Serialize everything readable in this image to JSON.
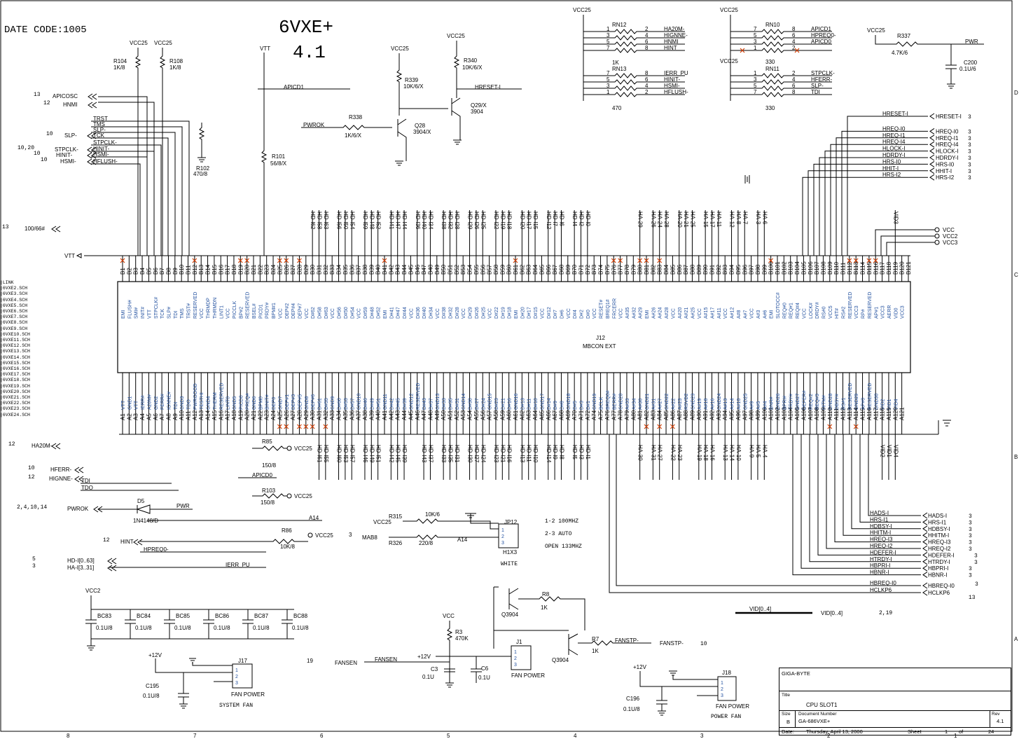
{
  "header": {
    "date_code": "DATE CODE:1005",
    "board": "6VXE+",
    "version": "4.1"
  },
  "connector": {
    "ref": "J12",
    "name": "MBCON EXT"
  },
  "top_pins": [
    {
      "p": "B1",
      "n": "EMI"
    },
    {
      "p": "B2",
      "n": "FLUSH#"
    },
    {
      "p": "B3",
      "n": "SMI#"
    },
    {
      "p": "B4",
      "n": "INIT#"
    },
    {
      "p": "B5",
      "n": "VTT"
    },
    {
      "p": "B6",
      "n": "STPCLK#"
    },
    {
      "p": "B7",
      "n": "TCK"
    },
    {
      "p": "B8",
      "n": "SLP#"
    },
    {
      "p": "B9",
      "n": "TDI"
    },
    {
      "p": "B10",
      "n": "TMS"
    },
    {
      "p": "B11",
      "n": "TRST#"
    },
    {
      "p": "B12",
      "n": "RESERVED"
    },
    {
      "p": "B13",
      "n": "VCC"
    },
    {
      "p": "B14",
      "n": "THRMDP"
    },
    {
      "p": "B15",
      "n": "THRMDN"
    },
    {
      "p": "B16",
      "n": "LINT1"
    },
    {
      "p": "B17",
      "n": "VCC"
    },
    {
      "p": "B18",
      "n": "PICCLK"
    },
    {
      "p": "B19",
      "n": "BP#2"
    },
    {
      "p": "B20",
      "n": "RESERVED"
    },
    {
      "p": "B21",
      "n": "BSEL#"
    },
    {
      "p": "B22",
      "n": "PICD1"
    },
    {
      "p": "B23",
      "n": "PRDY#"
    },
    {
      "p": "B24",
      "n": "BPM#1"
    },
    {
      "p": "B25",
      "n": "VCC"
    },
    {
      "p": "B26",
      "n": "DEP#2"
    },
    {
      "p": "B27",
      "n": "DEP#4"
    },
    {
      "p": "B28",
      "n": "DEP#7"
    },
    {
      "p": "B29",
      "n": "VCC"
    },
    {
      "p": "B30",
      "n": "D#62"
    },
    {
      "p": "B31",
      "n": "D#58"
    },
    {
      "p": "B32",
      "n": "D#63"
    },
    {
      "p": "B33",
      "n": "VCC"
    },
    {
      "p": "B34",
      "n": "D#56"
    },
    {
      "p": "B35",
      "n": "D#50"
    },
    {
      "p": "B36",
      "n": "D#54"
    },
    {
      "p": "B37",
      "n": "VCC"
    },
    {
      "p": "B38",
      "n": "D#59"
    },
    {
      "p": "B39",
      "n": "D#48"
    },
    {
      "p": "B40",
      "n": "D#52"
    },
    {
      "p": "B41",
      "n": "EMI"
    },
    {
      "p": "B42",
      "n": "D#41"
    },
    {
      "p": "B43",
      "n": "D#47"
    },
    {
      "p": "B44",
      "n": "D#44"
    },
    {
      "p": "B45",
      "n": "VCC"
    },
    {
      "p": "B46",
      "n": "D#36"
    },
    {
      "p": "B47",
      "n": "D#40"
    },
    {
      "p": "B48",
      "n": "D#34"
    },
    {
      "p": "B49",
      "n": "VCC"
    },
    {
      "p": "B50",
      "n": "D#38"
    },
    {
      "p": "B51",
      "n": "D#32"
    },
    {
      "p": "B52",
      "n": "D#28"
    },
    {
      "p": "B53",
      "n": "VCC"
    },
    {
      "p": "B54",
      "n": "D#29"
    },
    {
      "p": "B55",
      "n": "D#26"
    },
    {
      "p": "B56",
      "n": "D#25"
    },
    {
      "p": "B57",
      "n": "VCC"
    },
    {
      "p": "B58",
      "n": "D#22"
    },
    {
      "p": "B59",
      "n": "D#19"
    },
    {
      "p": "B60",
      "n": "D#18"
    },
    {
      "p": "B61",
      "n": "EMI"
    },
    {
      "p": "B62",
      "n": "D#20"
    },
    {
      "p": "B63",
      "n": "D#17"
    },
    {
      "p": "B64",
      "n": "D#15"
    },
    {
      "p": "B65",
      "n": "VCC"
    },
    {
      "p": "B66",
      "n": "D#12"
    },
    {
      "p": "B67",
      "n": "D#7"
    },
    {
      "p": "B68",
      "n": "D#6"
    },
    {
      "p": "B69",
      "n": "VCC"
    },
    {
      "p": "B70",
      "n": "D#4"
    },
    {
      "p": "B71",
      "n": "D#2"
    },
    {
      "p": "B72",
      "n": "D#0"
    },
    {
      "p": "B73",
      "n": "VCC"
    },
    {
      "p": "B74",
      "n": "RESET#"
    },
    {
      "p": "B75",
      "n": "BREQ1#"
    },
    {
      "p": "B76",
      "n": "FRCERR"
    },
    {
      "p": "B77",
      "n": "VCC"
    },
    {
      "p": "B78",
      "n": "A#35"
    },
    {
      "p": "B79",
      "n": "A#32"
    },
    {
      "p": "B80",
      "n": "A#29"
    },
    {
      "p": "B81",
      "n": "EMI"
    },
    {
      "p": "B82",
      "n": "A#26"
    },
    {
      "p": "B83",
      "n": "A#24"
    },
    {
      "p": "B84",
      "n": "A#28"
    },
    {
      "p": "B85",
      "n": "VCC"
    },
    {
      "p": "B86",
      "n": "A#20"
    },
    {
      "p": "B87",
      "n": "A#21"
    },
    {
      "p": "B88",
      "n": "A#25"
    },
    {
      "p": "B89",
      "n": "VCC"
    },
    {
      "p": "B90",
      "n": "A#15"
    },
    {
      "p": "B91",
      "n": "A#17"
    },
    {
      "p": "B92",
      "n": "A#11"
    },
    {
      "p": "B93",
      "n": "VCC"
    },
    {
      "p": "B94",
      "n": "A#12"
    },
    {
      "p": "B95",
      "n": "A#8"
    },
    {
      "p": "B96",
      "n": "A#7"
    },
    {
      "p": "B97",
      "n": "VCC"
    },
    {
      "p": "B98",
      "n": "A#3"
    },
    {
      "p": "B99",
      "n": "A#6"
    },
    {
      "p": "B100",
      "n": "EMI"
    },
    {
      "p": "B101",
      "n": "SLOTOCC#"
    },
    {
      "p": "B102",
      "n": "REQ#0"
    },
    {
      "p": "B103",
      "n": "REQ#1"
    },
    {
      "p": "B104",
      "n": "REQ#4"
    },
    {
      "p": "B105",
      "n": "VCC"
    },
    {
      "p": "B106",
      "n": "LOCK#"
    },
    {
      "p": "B107",
      "n": "DRDY#"
    },
    {
      "p": "B108",
      "n": "RS#0"
    },
    {
      "p": "B109",
      "n": "VCC5"
    },
    {
      "p": "B110",
      "n": "HIT#"
    },
    {
      "p": "B111",
      "n": "RS#2"
    },
    {
      "p": "B112",
      "n": "RESERVED"
    },
    {
      "p": "B113",
      "n": "VCC3"
    },
    {
      "p": "B114",
      "n": "RP#"
    },
    {
      "p": "B115",
      "n": "RESERVED"
    },
    {
      "p": "B116",
      "n": "AP#1"
    },
    {
      "p": "B117",
      "n": "VCC3"
    },
    {
      "p": "B118",
      "n": "AERR"
    },
    {
      "p": "B119",
      "n": "VID0"
    },
    {
      "p": "B120",
      "n": "VCC3"
    },
    {
      "p": "B121",
      "n": ""
    }
  ],
  "bottom_pins": [
    {
      "p": "A1",
      "n": "VTT"
    },
    {
      "p": "A2",
      "n": "GND1"
    },
    {
      "p": "A3",
      "n": "VTT"
    },
    {
      "p": "A4",
      "n": "IERR#"
    },
    {
      "p": "A5",
      "n": "A20M#"
    },
    {
      "p": "A6",
      "n": "GND2"
    },
    {
      "p": "A7",
      "n": "FERR#"
    },
    {
      "p": "A8",
      "n": "IGNNE#"
    },
    {
      "p": "A9",
      "n": "TDI"
    },
    {
      "p": "A10",
      "n": "GND3"
    },
    {
      "p": "A11",
      "n": "TDO"
    },
    {
      "p": "A12",
      "n": "PWRGOOD"
    },
    {
      "p": "A13",
      "n": "TESTHI"
    },
    {
      "p": "A14",
      "n": "GND4"
    },
    {
      "p": "A15",
      "n": "THERM"
    },
    {
      "p": "A16",
      "n": "RESERVED"
    },
    {
      "p": "A17",
      "n": "LINT0"
    },
    {
      "p": "A18",
      "n": "GND5"
    },
    {
      "p": "A19",
      "n": "PICD0"
    },
    {
      "p": "A20",
      "n": "PREQ#"
    },
    {
      "p": "A21",
      "n": "GND6"
    },
    {
      "p": "A22",
      "n": "BPM0"
    },
    {
      "p": "A23",
      "n": "BINIT#"
    },
    {
      "p": "A24",
      "n": "DEP0"
    },
    {
      "p": "A25",
      "n": "GND7"
    },
    {
      "p": "A26",
      "n": "DEP#1"
    },
    {
      "p": "A27",
      "n": "DEP#3"
    },
    {
      "p": "A28",
      "n": "DEP#5"
    },
    {
      "p": "A29",
      "n": "GND8"
    },
    {
      "p": "A30",
      "n": "DEP#6"
    },
    {
      "p": "A31",
      "n": "D#61"
    },
    {
      "p": "A32",
      "n": "D#55"
    },
    {
      "p": "A33",
      "n": "GND9"
    },
    {
      "p": "A34",
      "n": "D#60"
    },
    {
      "p": "A35",
      "n": "D#53"
    },
    {
      "p": "A36",
      "n": "D#57"
    },
    {
      "p": "A37",
      "n": "GND10"
    },
    {
      "p": "A38",
      "n": "D#46"
    },
    {
      "p": "A39",
      "n": "D#49"
    },
    {
      "p": "A40",
      "n": "D#51"
    },
    {
      "p": "A41",
      "n": "GND11"
    },
    {
      "p": "A42",
      "n": "D#42"
    },
    {
      "p": "A43",
      "n": "D#45"
    },
    {
      "p": "A44",
      "n": "D#39"
    },
    {
      "p": "A45",
      "n": "GND12"
    },
    {
      "p": "A46",
      "n": "RESERVED"
    },
    {
      "p": "A47",
      "n": "D#43"
    },
    {
      "p": "A48",
      "n": "D#37"
    },
    {
      "p": "A49",
      "n": "GND13"
    },
    {
      "p": "A50",
      "n": "D#33"
    },
    {
      "p": "A51",
      "n": "D#35"
    },
    {
      "p": "A52",
      "n": "D#31"
    },
    {
      "p": "A53",
      "n": "GND14"
    },
    {
      "p": "A54",
      "n": "D#30"
    },
    {
      "p": "A55",
      "n": "D#27"
    },
    {
      "p": "A56",
      "n": "D#24"
    },
    {
      "p": "A57",
      "n": "GND15"
    },
    {
      "p": "A58",
      "n": "D#23"
    },
    {
      "p": "A59",
      "n": "D#21"
    },
    {
      "p": "A60",
      "n": "D#16"
    },
    {
      "p": "A61",
      "n": "GND16"
    },
    {
      "p": "A62",
      "n": "D#13"
    },
    {
      "p": "A63",
      "n": "D#11"
    },
    {
      "p": "A64",
      "n": "D#10"
    },
    {
      "p": "A65",
      "n": "GND17"
    },
    {
      "p": "A66",
      "n": "D#14"
    },
    {
      "p": "A67",
      "n": "D#9"
    },
    {
      "p": "A68",
      "n": "D#8"
    },
    {
      "p": "A69",
      "n": "GND18"
    },
    {
      "p": "A70",
      "n": "D#5"
    },
    {
      "p": "A71",
      "n": "D#3"
    },
    {
      "p": "A72",
      "n": "D#1"
    },
    {
      "p": "A74",
      "n": "GND19"
    },
    {
      "p": "A75",
      "n": "BCLK"
    },
    {
      "p": "A76",
      "n": "BREQ0#"
    },
    {
      "p": "A77",
      "n": "BERR#"
    },
    {
      "p": "A78",
      "n": "GND20"
    },
    {
      "p": "A79",
      "n": "A#33"
    },
    {
      "p": "A80",
      "n": "A#34"
    },
    {
      "p": "A81",
      "n": "A#30"
    },
    {
      "p": "A82",
      "n": "GND21"
    },
    {
      "p": "A83",
      "n": "A#31"
    },
    {
      "p": "A84",
      "n": "A#27"
    },
    {
      "p": "A85",
      "n": "GND22"
    },
    {
      "p": "A86",
      "n": "A#22"
    },
    {
      "p": "A87",
      "n": "A#23"
    },
    {
      "p": "A88",
      "n": "RSVD2"
    },
    {
      "p": "A89",
      "n": "GND23"
    },
    {
      "p": "A90",
      "n": "A#19"
    },
    {
      "p": "A91",
      "n": "A#18"
    },
    {
      "p": "A92",
      "n": "A#16"
    },
    {
      "p": "A93",
      "n": "GND24"
    },
    {
      "p": "A94",
      "n": "A#13"
    },
    {
      "p": "A95",
      "n": "A#14"
    },
    {
      "p": "A96",
      "n": "A#10"
    },
    {
      "p": "A97",
      "n": "GND25"
    },
    {
      "p": "A98",
      "n": "A#9"
    },
    {
      "p": "A99",
      "n": "A#5"
    },
    {
      "p": "A100",
      "n": "A#4"
    },
    {
      "p": "A101",
      "n": "BNR#"
    },
    {
      "p": "A102",
      "n": "GND26"
    },
    {
      "p": "A103",
      "n": "BPRI#"
    },
    {
      "p": "A104",
      "n": "TRDY#"
    },
    {
      "p": "A105",
      "n": "GND27"
    },
    {
      "p": "A106",
      "n": "DEFER#"
    },
    {
      "p": "A107",
      "n": "REQ#2"
    },
    {
      "p": "A108",
      "n": "REQ#3"
    },
    {
      "p": "A109",
      "n": "HITM#"
    },
    {
      "p": "A110",
      "n": "GND28"
    },
    {
      "p": "A111",
      "n": "DBSY#"
    },
    {
      "p": "A112",
      "n": "RS#1"
    },
    {
      "p": "A113",
      "n": "RESERVED"
    },
    {
      "p": "A114",
      "n": "GND29"
    },
    {
      "p": "A115",
      "n": "AP#0"
    },
    {
      "p": "A116",
      "n": "RESERVED"
    },
    {
      "p": "A117",
      "n": "GND30"
    },
    {
      "p": "A118",
      "n": "VID2"
    },
    {
      "p": "A119",
      "n": "VID1"
    },
    {
      "p": "A120",
      "n": "VID4"
    },
    {
      "p": "A121",
      "n": ""
    }
  ],
  "top_nets": [
    "HD-I62",
    "HD-I58",
    "HD-I63",
    "HD-I56",
    "HD-I50",
    "HD-I54",
    "HD-I59",
    "HD-I48",
    "HD-I52",
    "HD-I41",
    "HD-I47",
    "HD-I44",
    "HD-I36",
    "HD-I40",
    "HD-I34",
    "HD-I38",
    "HD-I32",
    "HD-I28",
    "HD-I29",
    "HD-I26",
    "HD-I25",
    "HD-I22",
    "HD-I19",
    "HD-I18",
    "HD-I20",
    "HD-I17",
    "HD-I15",
    "HD-I12",
    "HD-I7",
    "HD-I6",
    "HD-I4",
    "HD-I2",
    "HD-I0",
    "HA-29",
    "HA-26",
    "HA-24",
    "HA-28",
    "HA-20",
    "HA-21",
    "HA-25",
    "HA-15",
    "HA-17",
    "HA-11",
    "HA-12",
    "HA-8",
    "HA-7",
    "HA-3",
    "HA-6",
    "VID3"
  ],
  "bottom_nets": [
    "HD-I61",
    "HD-I55",
    "HD-I60",
    "HD-I53",
    "HD-I57",
    "HD-I46",
    "HD-I49",
    "HD-I51",
    "HD-I42",
    "HD-I45",
    "HD-I39",
    "HD-I43",
    "HD-I37",
    "HD-I33",
    "HD-I35",
    "HD-I31",
    "HD-I30",
    "HD-I27",
    "HD-I24",
    "HD-I23",
    "HD-I21",
    "HD-I16",
    "HD-I13",
    "HD-I11",
    "HD-I10",
    "HD-I14",
    "HD-I9",
    "HD-I8",
    "HD-I5",
    "HD-I3",
    "HD-I1",
    "HA-30",
    "HA-31",
    "HA-27",
    "HA-22",
    "HA-23",
    "HA-19",
    "HA-18",
    "HA-16",
    "HA-13",
    "HA-14",
    "HA-10",
    "HA-9",
    "HA-5",
    "HA-4",
    "VID2",
    "VID1",
    "VID4"
  ],
  "left_ports": [
    {
      "pre": "13",
      "name": "APICOSC",
      "net": "APICOSC"
    },
    {
      "pre": "12",
      "name": "HNMI",
      "net": "HNMI"
    },
    {
      "pre": "10",
      "name": "SLP-",
      "net": "SLP-"
    },
    {
      "pre": "10,20",
      "name": "STPCLK-",
      "net": "STPCLK-"
    },
    {
      "pre": "10",
      "name": "HINIT-",
      "net": "HINIT-"
    },
    {
      "pre": "10",
      "name": "HSMI-",
      "net": "HSMI-"
    },
    {
      "pre": "13",
      "name": "100/66#",
      "net": "100/66#"
    },
    {
      "pre": "12",
      "name": "HA20M-",
      "net": "HA20M-"
    },
    {
      "pre": "10",
      "name": "HFERR-",
      "net": "HFERR-"
    },
    {
      "pre": "12",
      "name": "HIGNNE-",
      "net": "HIGNNE-"
    },
    {
      "pre": "2,4,10,14",
      "name": "PWROK",
      "net": "PWROK"
    },
    {
      "pre": "12",
      "name": "HINT",
      "net": "HINT"
    },
    {
      "pre": "5",
      "name": "HD-I[0..63]",
      "net": "HD-I[0..63]"
    },
    {
      "pre": "3",
      "name": "HA-I[3..31]",
      "net": "HA-I[3..31]"
    }
  ],
  "left_nets": [
    "TRST",
    "TMS",
    "SLP-",
    "TCK",
    "STPCLK-",
    "HINIT-",
    "HSMI-",
    "HFLUSH-"
  ],
  "right_ports_top": [
    {
      "name": "HRESET-I",
      "num": "3"
    },
    {
      "name": "HREQ-I0",
      "num": "3"
    },
    {
      "name": "HREQ-I1",
      "num": "3"
    },
    {
      "name": "HREQ-I4",
      "num": "3"
    },
    {
      "name": "HLOCK-I",
      "num": "3"
    },
    {
      "name": "HDRDY-I",
      "num": "3"
    },
    {
      "name": "HRS-I0",
      "num": "3"
    },
    {
      "name": "HHIT-I",
      "num": "3"
    },
    {
      "name": "HRS-I2",
      "num": "3"
    }
  ],
  "right_ports_bottom": [
    {
      "name": "HADS-I",
      "num": "3"
    },
    {
      "name": "HRS-I1",
      "num": "3"
    },
    {
      "name": "HDBSY-I",
      "num": "3"
    },
    {
      "name": "HHITM-I",
      "num": "3"
    },
    {
      "name": "HREQ-I3",
      "num": "3"
    },
    {
      "name": "HREQ-I2",
      "num": "3"
    },
    {
      "name": "HDEFER-I",
      "num": "3"
    },
    {
      "name": "HTRDY-I",
      "num": "3"
    },
    {
      "name": "HBPRI-I",
      "num": "3"
    },
    {
      "name": "HBNR-I",
      "num": "3"
    }
  ],
  "right_ports_misc": [
    {
      "name": "HBREQ-I0",
      "num": "3"
    },
    {
      "name": "HCLKP6",
      "num": "13"
    }
  ],
  "power_ports": [
    "VCC",
    "VCC2",
    "VCC3"
  ],
  "labels": {
    "vcc25": "VCC25",
    "vtt": "VTT",
    "vcc": "VCC",
    "vcc2": "VCC2",
    "p12v": "+12V",
    "gnd": "",
    "r104": "R104",
    "r104v": "1K/8",
    "r108": "R108",
    "r108v": "1K/8",
    "r102": "R102",
    "r102v": "470/8",
    "r101": "R101",
    "r101v": "56/8/X",
    "r339": "R339",
    "r339v": "10K/6/X",
    "r340": "R340",
    "r340v": "10K/6/X",
    "r338": "R338",
    "r338v": "1K/6/X",
    "q28": "Q28",
    "q28v": "3904/X",
    "q29": "Q29/X",
    "q29v": "3904",
    "apicd1": "APICD1",
    "apicd0": "APICD0",
    "hreset": "HRESET-I",
    "pwrok_net": "PWROK",
    "rn12": "RN12",
    "rn12v": "1K",
    "rn13": "RN13",
    "rn13v": "470",
    "rn10": "RN10",
    "rn10v": "330",
    "rn11": "RN11",
    "rn11v": "330",
    "r337": "R337",
    "r337v": "4.7K/6",
    "pwr": "PWR",
    "c200": "C200",
    "c200v": "0.1U/6",
    "r85": "R85",
    "r85v": "150/8",
    "r103": "R103",
    "r103v": "150/8",
    "r86": "R86",
    "r86v": "10K/8",
    "d5": "D5",
    "d5v": "1N4148/D",
    "a14": "A14",
    "hpreq0": "HPREQ0-",
    "ierr": "IERR_PU",
    "tdi": "TDI",
    "tdo": "TDO",
    "r315": "R315",
    "r315v": "10K/6",
    "r326": "R326",
    "r326v": "220/8",
    "mab8": "MAB8",
    "jp12": "JP12",
    "h1x3": "H1X3",
    "white": "WHITE",
    "opt1": "1-2 100MHZ",
    "opt2": "2-3 AUTO",
    "opt3": "OPEN 133MHZ",
    "bc83": "BC83",
    "bc84": "BC84",
    "bc85": "BC85",
    "bc86": "BC86",
    "bc87": "BC87",
    "bc88": "BC88",
    "bcv": "0.1U/8",
    "j17": "J17",
    "fanpower": "FAN POWER",
    "sysfan": "SYSTEM FAN",
    "c195": "C195",
    "c195v": "0.1U/8",
    "fansen": "FANSEN",
    "r3": "R3",
    "r3v": "470K",
    "c3": "C3",
    "c3v": "0.1U",
    "c6": "C6",
    "c6v": "0.1U",
    "j1": "J1",
    "r8": "R8",
    "r8v": "1K",
    "q3904a": "Q3904",
    "r7": "R7",
    "r7v": "1K",
    "q3904b": "Q3904",
    "fanstp": "FANSTP-",
    "fanstp_n": "10",
    "j18": "J18",
    "powerfan": "POWER FAN",
    "c196": "C196",
    "c196v": "0.1U/8",
    "vid": "VID[0..4]",
    "vidnet": "VID[0..4]",
    "vidnum": "2,19",
    "n19": "19",
    "n3": "3",
    "a20m": "HA20M-",
    "hferr_l": "HFERR-",
    "hignne_l": "HIGNNE-",
    "hint_l": "HINT",
    "pwr_l": "PWR"
  },
  "schematic_list": [
    "LINK",
    "6VXE2.SCH",
    "6VXE3.SCH",
    "6VXE4.SCH",
    "6VXE5.SCH",
    "6VXE6.SCH",
    "6VXE7.SCH",
    "6VXE8.SCH",
    "6VXE9.SCH",
    "6VXE10.SCH",
    "6VXE11.SCH",
    "6VXE12.SCH",
    "6VXE13.SCH",
    "6VXE14.SCH",
    "6VXE15.SCH",
    "6VXE16.SCH",
    "6VXE17.SCH",
    "6VXE18.SCH",
    "6VXE19.SCH",
    "6VXE20.SCH",
    "6VXE21.SCH",
    "6VXE22.SCH",
    "6VXE23.SCH",
    "6VXE24.SCH"
  ],
  "title_block": {
    "company": "GIGA-BYTE",
    "title_label": "Title",
    "title": "CPU SLOT1",
    "size_label": "Size",
    "size": "B",
    "doc_label": "Document Number",
    "doc": "GA-686VXE+",
    "rev_label": "Rev",
    "rev": "4.1",
    "date_label": "Date:",
    "date": "Thursday, April 13, 2000",
    "sheet_label": "Sheet",
    "sheet": "1",
    "of_label": "of",
    "total": "24"
  },
  "border_numbers": [
    "8",
    "7",
    "6",
    "5",
    "4",
    "3",
    "2",
    "1"
  ],
  "border_letters": [
    "D",
    "C",
    "B",
    "A"
  ]
}
